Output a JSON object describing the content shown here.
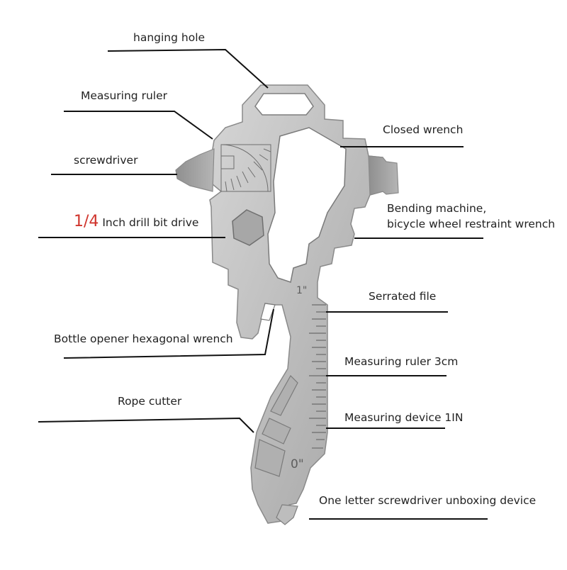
{
  "labels": {
    "hanging_hole": "hanging hole",
    "measuring_ruler": "Measuring ruler",
    "screwdriver": "screwdriver",
    "drill_fraction": "1/4",
    "drill_text": "Inch drill bit drive",
    "bottle_opener": "Bottle opener hexagonal wrench",
    "rope_cutter": "Rope cutter",
    "closed_wrench": "Closed wrench",
    "bending_line1": "Bending machine,",
    "bending_line2": "bicycle wheel restraint wrench",
    "serrated_file": "Serrated file",
    "ruler_3cm": "Measuring ruler 3cm",
    "device_1in": "Measuring device 1IN",
    "one_letter": "One letter screwdriver unboxing device"
  },
  "tool_marks": {
    "one_inch": "1\"",
    "zero_inch": "0\""
  },
  "colors": {
    "accent_red": "#d0342c",
    "steel_light": "#c9c9c9",
    "steel_mid": "#a9a9a9",
    "steel_dark": "#7e7e7e",
    "leader_line": "#111111"
  }
}
